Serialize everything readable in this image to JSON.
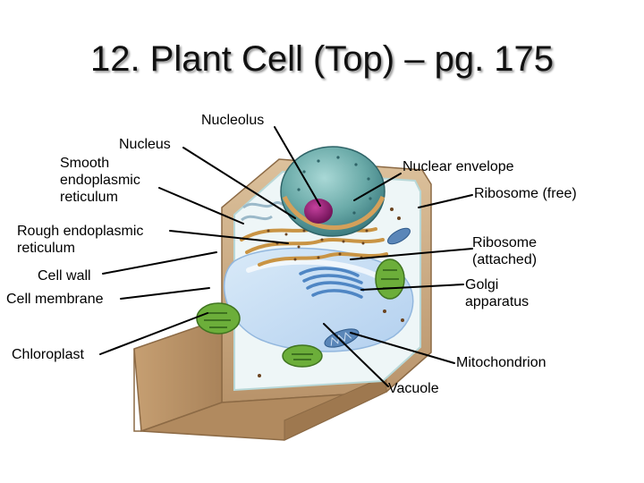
{
  "slide": {
    "title": "12. Plant Cell (Top) – pg. 175"
  },
  "labels": {
    "nucleolus": "Nucleolus",
    "nucleus": "Nucleus",
    "smooth_er_1": "Smooth",
    "smooth_er_2": "endoplasmic",
    "smooth_er_3": "reticulum",
    "rough_er_1": "Rough endoplasmic",
    "rough_er_2": "reticulum",
    "cell_wall": "Cell wall",
    "cell_membrane": "Cell membrane",
    "chloroplast": "Chloroplast",
    "nuclear_envelope": "Nuclear envelope",
    "ribosome_free": "Ribosome (free)",
    "ribosome_attached_1": "Ribosome",
    "ribosome_attached_2": "(attached)",
    "golgi_1": "Golgi",
    "golgi_2": "apparatus",
    "mitochondrion": "Mitochondrion",
    "vacuole": "Vacuole"
  },
  "colors": {
    "cell_wall": "#c9a77c",
    "cytoplasm": "#e9f4f6",
    "vacuole": "#c6ddf3",
    "nucleus": "#5f9ea0",
    "nucleolus": "#8b1a6b",
    "rough_er": "#d8a85a",
    "golgi": "#5b8fc7",
    "chloroplast": "#6cae3a",
    "mitochondrion": "#5a86b8",
    "leader_line": "#000000"
  }
}
